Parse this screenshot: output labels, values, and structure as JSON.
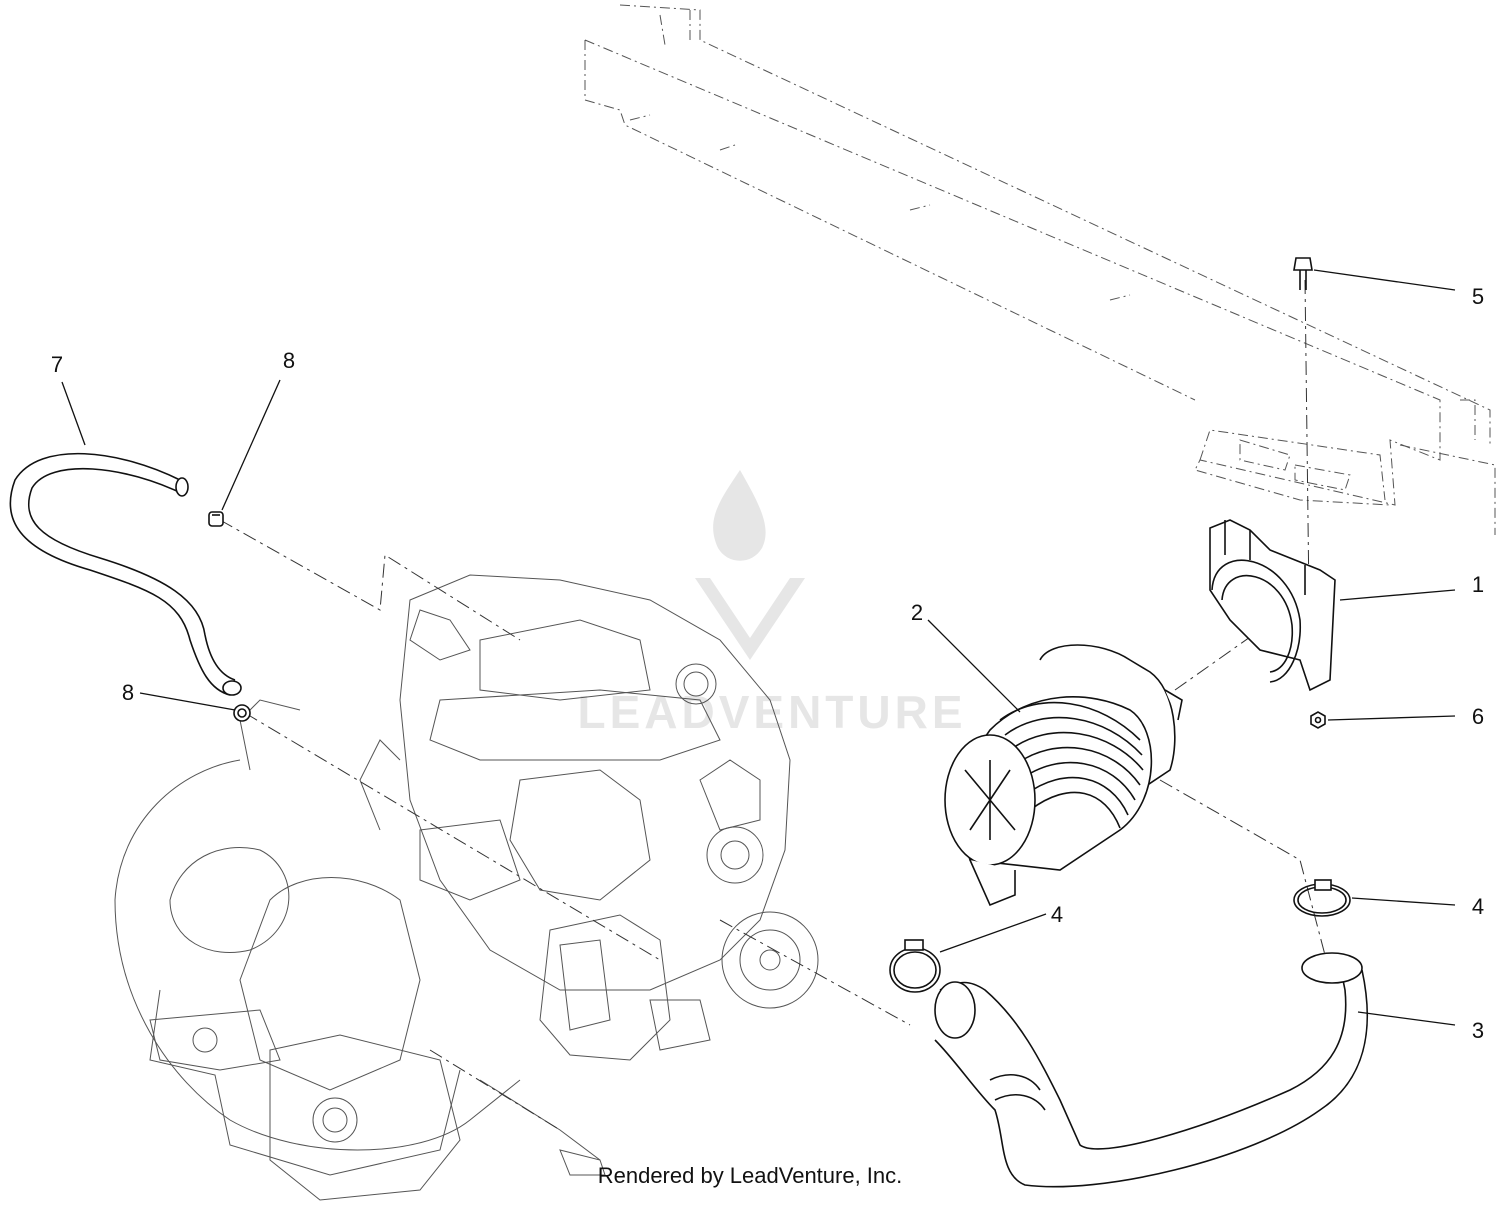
{
  "diagram": {
    "callouts": [
      {
        "id": "c1",
        "label": "1"
      },
      {
        "id": "c2",
        "label": "2"
      },
      {
        "id": "c3",
        "label": "3"
      },
      {
        "id": "c4a",
        "label": "4"
      },
      {
        "id": "c4b",
        "label": "4"
      },
      {
        "id": "c5",
        "label": "5"
      },
      {
        "id": "c6",
        "label": "6"
      },
      {
        "id": "c7",
        "label": "7"
      },
      {
        "id": "c8a",
        "label": "8"
      },
      {
        "id": "c8b",
        "label": "8"
      }
    ],
    "footer": "Rendered by LeadVenture, Inc.",
    "watermark_text": "LEADVENTURE"
  },
  "colors": {
    "line": "#111111",
    "ghost_line": "#555555",
    "watermark": "#e6e6e6"
  }
}
